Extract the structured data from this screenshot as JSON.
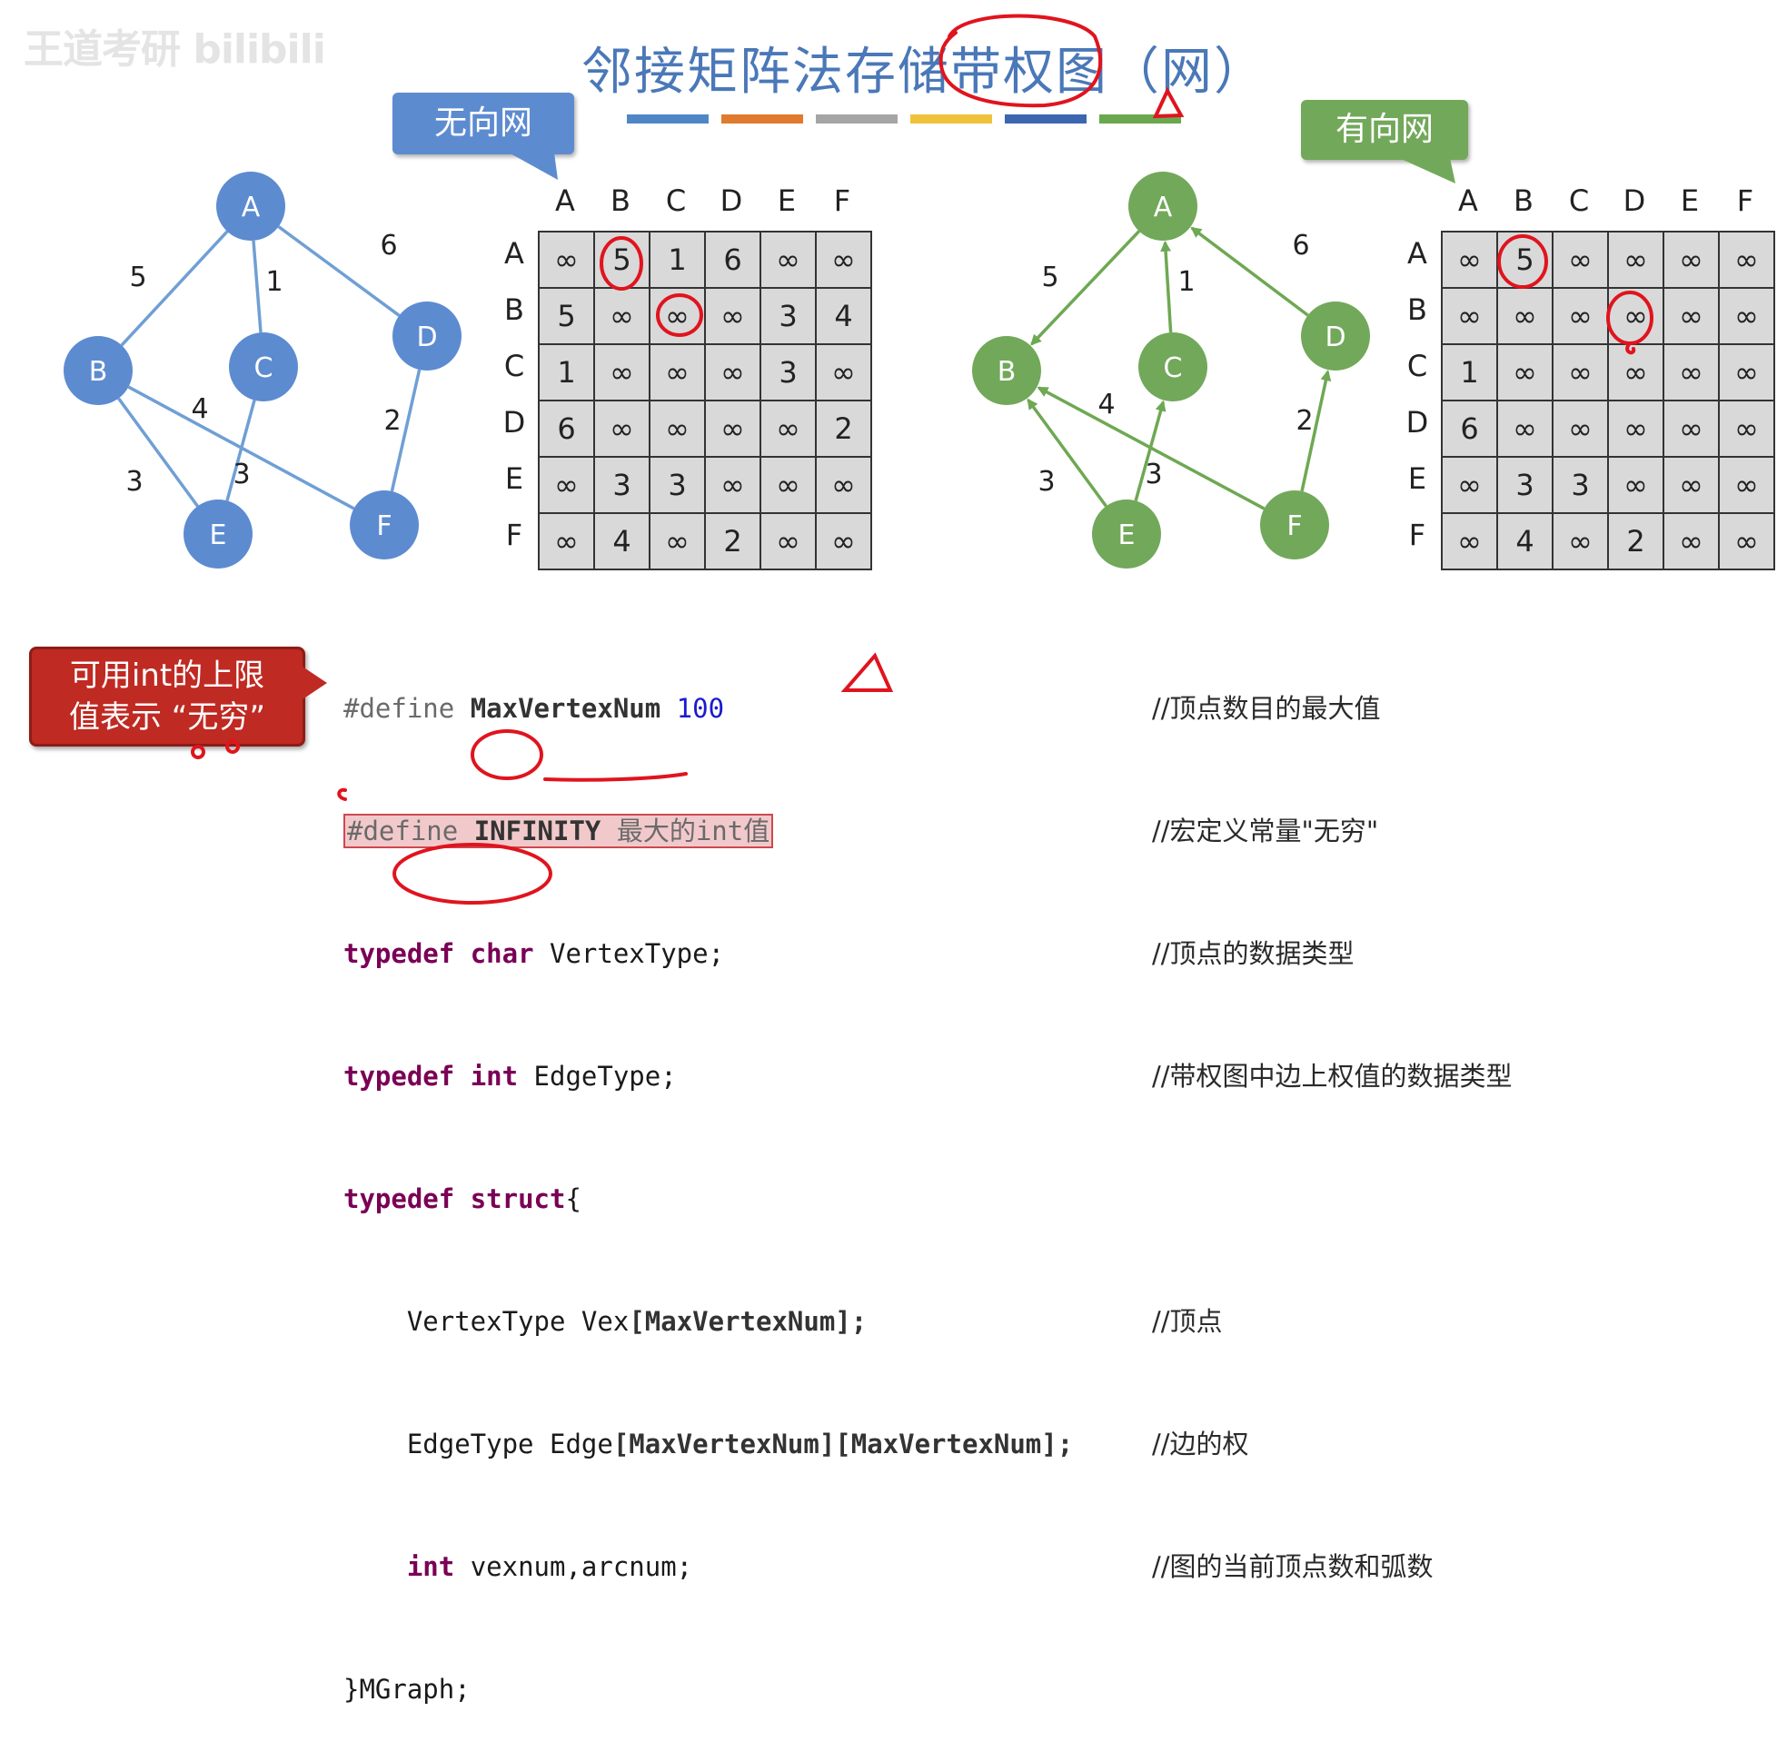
{
  "watermark": "王道考研 bilibili",
  "title": "邻接矩阵法存储带权图（网）",
  "colors": {
    "undirected": "#5d8bd0",
    "directed": "#72a85a",
    "edge_undirected": "#6f9fd4",
    "edge_directed": "#6ea853",
    "cell_bg": "#d9d9d9",
    "annotation": "#e0141e",
    "callout_red": "#bf2a22",
    "title": "#4a78b8"
  },
  "color_bars": [
    "#4f86c6",
    "#e07a2f",
    "#a5a5a5",
    "#f0c23a",
    "#3d66b0",
    "#6aa84f"
  ],
  "callouts": {
    "undirected_label": "无向网",
    "directed_label": "有向网",
    "infinity_note_line1": "可用int的上限",
    "infinity_note_line2": "值表示 “无穷”"
  },
  "vertices": [
    "A",
    "B",
    "C",
    "D",
    "E",
    "F"
  ],
  "edges": [
    {
      "from": "A",
      "to": "B",
      "weight": "5"
    },
    {
      "from": "A",
      "to": "C",
      "weight": "1"
    },
    {
      "from": "A",
      "to": "D",
      "weight": "6"
    },
    {
      "from": "B",
      "to": "F",
      "weight": "4"
    },
    {
      "from": "B",
      "to": "E",
      "weight": "3"
    },
    {
      "from": "C",
      "to": "E",
      "weight": "3"
    },
    {
      "from": "D",
      "to": "F",
      "weight": "2"
    }
  ],
  "directed_edges": [
    {
      "from": "A",
      "to": "B",
      "weight": "5"
    },
    {
      "from": "C",
      "to": "A",
      "weight": "1"
    },
    {
      "from": "D",
      "to": "A",
      "weight": "6"
    },
    {
      "from": "F",
      "to": "B",
      "weight": "4"
    },
    {
      "from": "E",
      "to": "B",
      "weight": "3"
    },
    {
      "from": "E",
      "to": "C",
      "weight": "3"
    },
    {
      "from": "F",
      "to": "D",
      "weight": "2"
    }
  ],
  "undirected_matrix": {
    "col_headers": [
      "A",
      "B",
      "C",
      "D",
      "E",
      "F"
    ],
    "row_headers": [
      "A",
      "B",
      "C",
      "D",
      "E",
      "F"
    ],
    "rows": [
      [
        "∞",
        "5",
        "1",
        "6",
        "∞",
        "∞"
      ],
      [
        "5",
        "∞",
        "∞",
        "∞",
        "3",
        "4"
      ],
      [
        "1",
        "∞",
        "∞",
        "∞",
        "3",
        "∞"
      ],
      [
        "6",
        "∞",
        "∞",
        "∞",
        "∞",
        "2"
      ],
      [
        "∞",
        "3",
        "3",
        "∞",
        "∞",
        "∞"
      ],
      [
        "∞",
        "4",
        "∞",
        "2",
        "∞",
        "∞"
      ]
    ]
  },
  "directed_matrix": {
    "col_headers": [
      "A",
      "B",
      "C",
      "D",
      "E",
      "F"
    ],
    "row_headers": [
      "A",
      "B",
      "C",
      "D",
      "E",
      "F"
    ],
    "rows": [
      [
        "∞",
        "5",
        "∞",
        "∞",
        "∞",
        "∞"
      ],
      [
        "∞",
        "∞",
        "∞",
        "∞",
        "∞",
        "∞"
      ],
      [
        "1",
        "∞",
        "∞",
        "∞",
        "∞",
        "∞"
      ],
      [
        "6",
        "∞",
        "∞",
        "∞",
        "∞",
        "∞"
      ],
      [
        "∞",
        "3",
        "3",
        "∞",
        "∞",
        "∞"
      ],
      [
        "∞",
        "4",
        "∞",
        "2",
        "∞",
        "∞"
      ]
    ]
  },
  "code": {
    "l1_directive": "#define",
    "l1_name": "MaxVertexNum",
    "l1_value": "100",
    "l2_directive": "#define",
    "l2_name": "INFINITY",
    "l2_value": "最大的int值",
    "l3_kw1": "typedef",
    "l3_kw2": "char",
    "l3_rest": "VertexType;",
    "l4_kw1": "typedef",
    "l4_kw2": "int",
    "l4_rest": "EdgeType;",
    "l5_kw1": "typedef",
    "l5_kw2": "struct",
    "l5_rest": "{",
    "l6_type": "VertexType",
    "l6_name": "Vex",
    "l6_dim": "[MaxVertexNum];",
    "l7_type": "EdgeType",
    "l7_name": "Edge",
    "l7_dim": "[MaxVertexNum][MaxVertexNum];",
    "l8_kw": "int",
    "l8_rest": "vexnum,arcnum;",
    "l9": "}MGraph;"
  },
  "comments": [
    "//顶点数目的最大值",
    "//宏定义常量\"无穷\"",
    "//顶点的数据类型",
    "//带权图中边上权值的数据类型",
    "",
    "//顶点",
    "//边的权",
    "//图的当前顶点数和弧数"
  ]
}
